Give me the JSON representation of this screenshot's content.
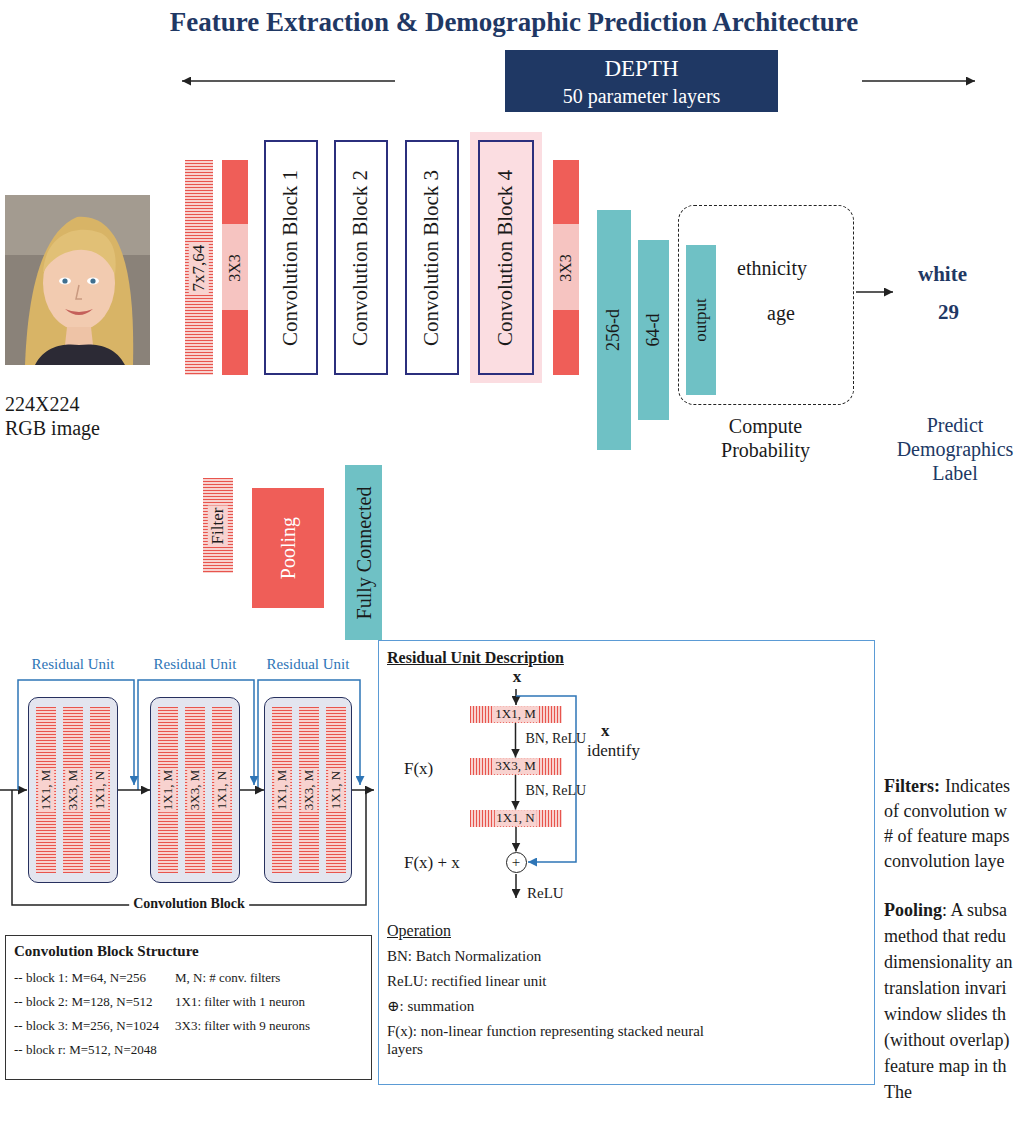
{
  "diagram": {
    "title": "Feature Extraction & Demographic Prediction Architecture",
    "nodes": [
      {
        "text": [
          "DEPTH",
          "50 parameter layers"
        ]
      },
      {
        "text": [
          "7x7,64"
        ]
      },
      {
        "text": [
          "3X3"
        ]
      },
      {
        "text": [
          "Convolution Block 1"
        ]
      },
      {
        "text": [
          "Convolution Block 2"
        ]
      },
      {
        "text": [
          "Convolution Block 3"
        ]
      },
      {
        "text": [
          "Convolution Block 4"
        ]
      },
      {
        "text": [
          "3X3"
        ]
      },
      {
        "text": [
          "256-d"
        ]
      },
      {
        "text": [
          "64-d"
        ]
      },
      {
        "text": [
          "ethnicity",
          "age",
          "Compute Probability"
        ]
      },
      {
        "text": [
          "output"
        ],
        "in": 10
      },
      {
        "text": [
          "Filter"
        ]
      },
      {
        "text": [
          "Pooling"
        ]
      },
      {
        "text": [
          "Fully Connected"
        ]
      },
      {
        "text": [
          "Residual Unit"
        ]
      },
      {
        "text": [
          "1X1, M"
        ],
        "in": 15
      },
      {
        "text": [
          "3X3, M"
        ],
        "in": 15
      },
      {
        "text": [
          "1X1, N"
        ],
        "in": 15
      },
      {
        "text": [
          "Residual Unit"
        ]
      },
      {
        "text": [
          "1X1, M"
        ],
        "in": 19
      },
      {
        "text": [
          "3X3, M"
        ],
        "in": 19
      },
      {
        "text": [
          "1X1, N"
        ],
        "in": 19
      },
      {
        "text": [
          "Residual Unit"
        ]
      },
      {
        "text": [
          "1X1, M"
        ],
        "in": 23
      },
      {
        "text": [
          "3X3, M"
        ],
        "in": 23
      },
      {
        "text": [
          "1X1, N"
        ],
        "in": 23
      },
      {
        "text": [
          "Convolution Block Structure",
          "-- block 1: M=64, N=256",
          "M, N: # conv. filters",
          "-- block 2: M=128, N=512",
          "1X1: filter with 1 neuron",
          "-- block 3: M=256, N=1024",
          "3X3: filter with 9 neurons",
          "-- block r: M=512, N=2048"
        ]
      },
      {
        "text": [
          "Residual Unit Description",
          "x",
          "F(x)",
          "x",
          "identify",
          "F(x) + x",
          "ReLU",
          "Operation",
          "BN: Batch Normalization",
          "ReLU: rectified linear unit",
          "⊕: summation",
          "F(x): non-linear function representing stacked neural layers"
        ]
      },
      {
        "text": [
          "1X1, M"
        ],
        "in": 28
      },
      {
        "text": [
          "3X3, M"
        ],
        "in": 28
      },
      {
        "text": [
          "1X1, N"
        ],
        "in": 28
      },
      {
        "text": [
          "+"
        ],
        "in": 28
      }
    ],
    "edges": [
      {
        "from": 15,
        "to": 19,
        "arrow": "to"
      },
      {
        "from": 19,
        "to": 23,
        "arrow": "to"
      },
      {
        "from": 29,
        "to": 30,
        "label": "BN, ReLU",
        "arrow": "to"
      },
      {
        "from": 30,
        "to": 31,
        "label": "BN, ReLU",
        "arrow": "to"
      },
      {
        "from": 31,
        "to": 32,
        "arrow": "to"
      }
    ],
    "labels": [
      "224X224 RGB image",
      "white",
      "29",
      "Predict Demographics Label",
      "Convolution Block",
      "Filters:",
      "Indicates",
      "of convolution w",
      "# of feature maps",
      "convolution laye",
      "Pooling",
      ": A subsa",
      "method that redu",
      "dimensionality an",
      "translation invari",
      "window slides th",
      "(without overlap)",
      "feature map in th",
      "The"
    ]
  }
}
